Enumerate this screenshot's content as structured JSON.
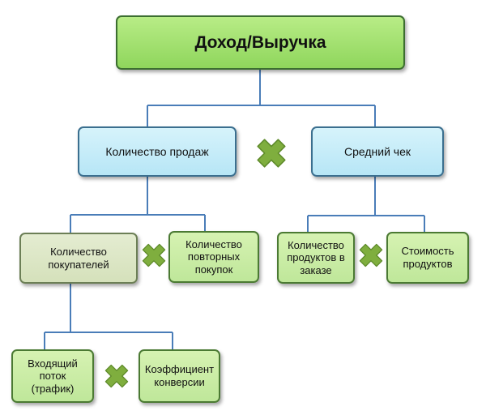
{
  "root": {
    "label": "Доход/Выручка"
  },
  "sales_count": {
    "label": "Количество продаж"
  },
  "average_check": {
    "label": "Средний чек"
  },
  "buyers_count": {
    "label": "Количество покупателей"
  },
  "repeat_purchases": {
    "label": "Количество повторных покупок"
  },
  "products_in_order": {
    "label": "Количество продуктов в заказе"
  },
  "product_cost": {
    "label": "Стоимость продуктов"
  },
  "inbound_traffic": {
    "label": "Входящий поток (трафик)"
  },
  "conversion_rate": {
    "label": "Коэффициент конверсии"
  },
  "colors": {
    "connector": "#4a7db8",
    "multiply_sign": "#7fae3e",
    "root_fill": "#99dc66",
    "blue_fill": "#c4ebf8",
    "green_fill": "#cdeca8",
    "pale_fill": "#dbe5c4"
  },
  "icons": {
    "multiply": "multiply-icon"
  }
}
